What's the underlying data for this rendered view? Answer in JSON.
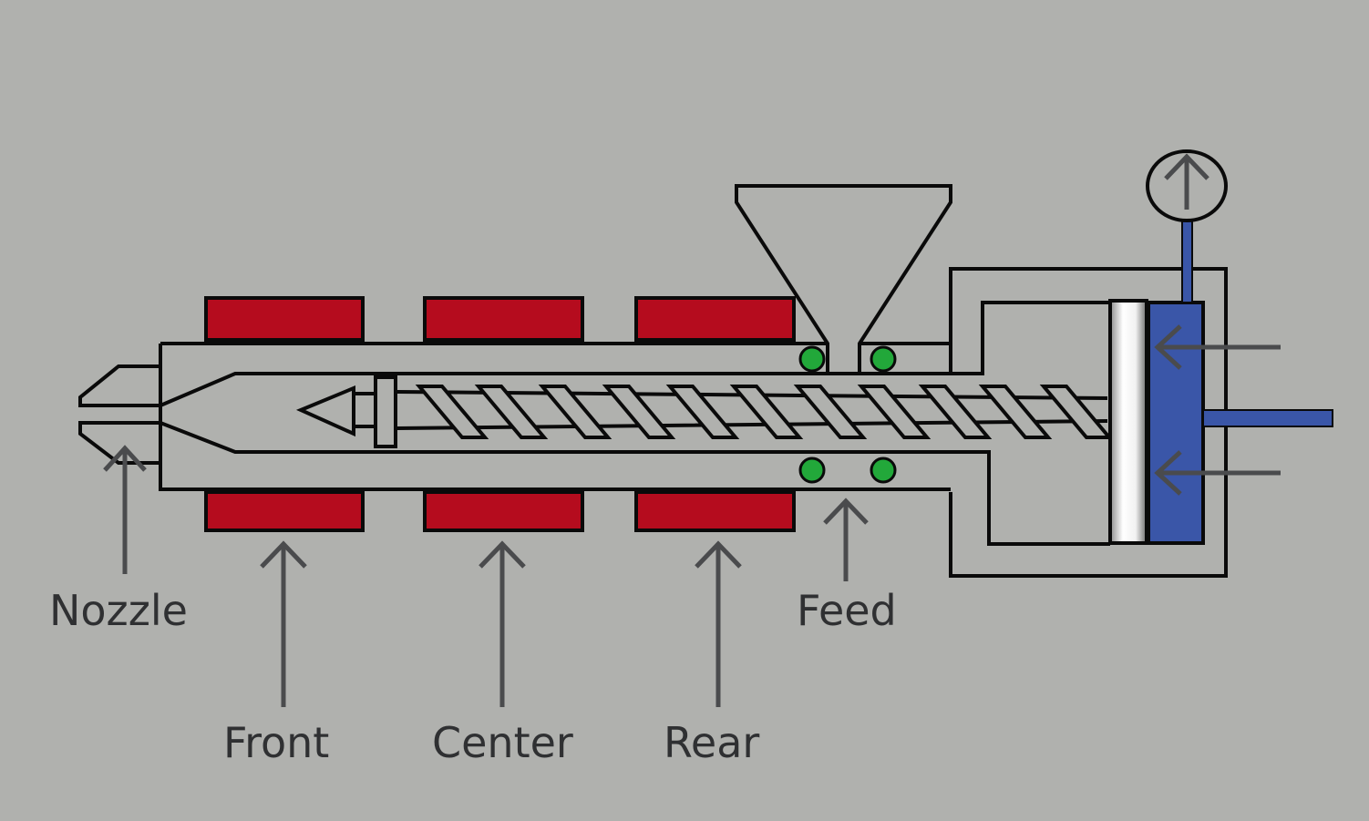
{
  "diagram": {
    "title": "Injection molding barrel temperature zones",
    "labels": {
      "nozzle": "Nozzle",
      "front": "Front",
      "center": "Center",
      "rear": "Rear",
      "feed": "Feed"
    },
    "colors": {
      "background": "#b0b1ae",
      "heater": "#b50c1e",
      "cooling": "#22a83a",
      "hydraulic": "#3a56a8",
      "outline": "#0a0a0a",
      "arrow": "#4a4b4d"
    },
    "heater_zones": [
      "Front",
      "Center",
      "Rear"
    ],
    "components": [
      "nozzle",
      "barrel",
      "screw",
      "check-ring",
      "hopper",
      "feed-throat-cooling",
      "ram-piston",
      "hydraulic-cylinder",
      "pressure-gauge"
    ],
    "icons": {
      "gauge": "pressure-gauge-icon",
      "flow_arrows": "arrow-left-icon"
    }
  }
}
